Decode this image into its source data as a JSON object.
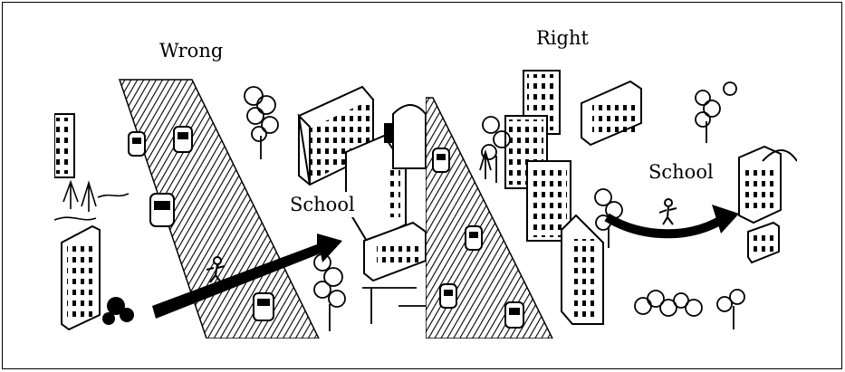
{
  "left_panel": {
    "caption": "Wrong",
    "destination_label": "School"
  },
  "right_panel": {
    "caption": "Right",
    "destination_label": "School"
  },
  "colors": {
    "ink": "#000000",
    "paper": "#ffffff"
  }
}
